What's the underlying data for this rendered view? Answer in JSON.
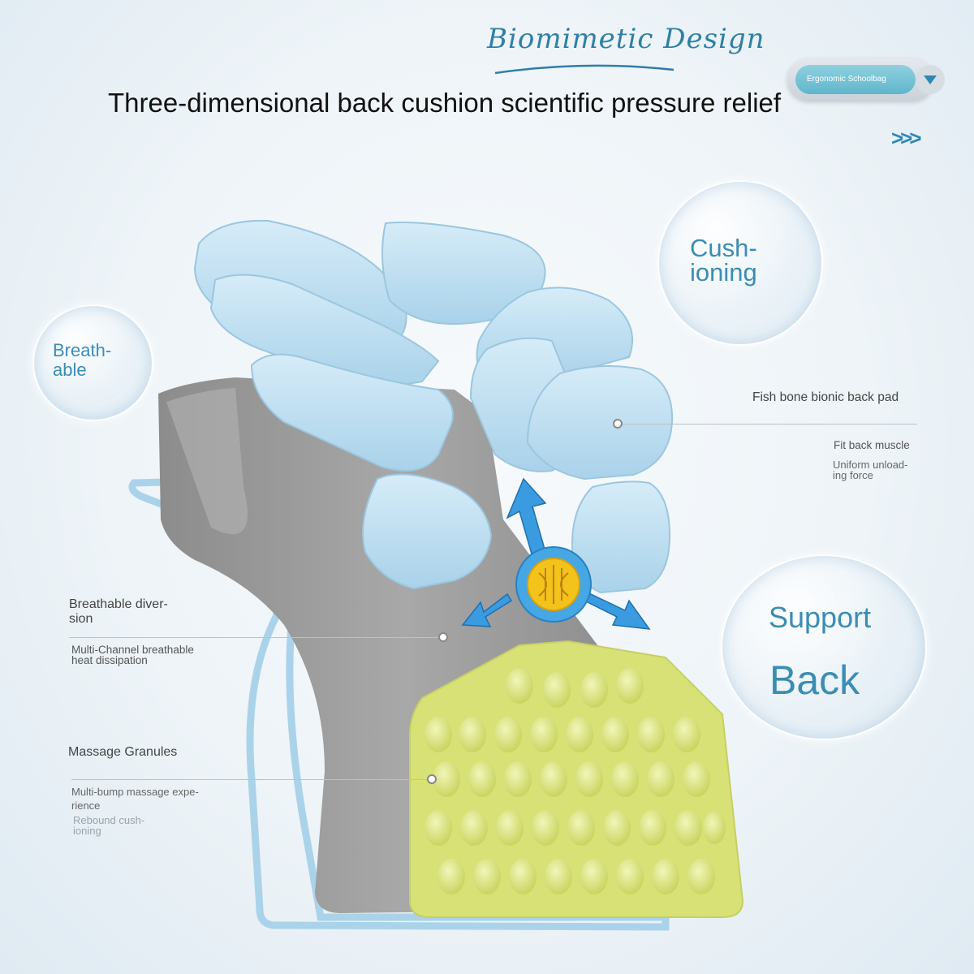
{
  "header": {
    "script_title": "Biomimetic Design",
    "main_title": "Three-dimensional back cushion scientific pressure relief",
    "pill_label": "Ergonomic Schoolbag",
    "chevrons": ">>>"
  },
  "bubbles": {
    "breathable": {
      "line1": "Breath-",
      "line2": "able"
    },
    "cushioning": {
      "line1": "Cush-",
      "line2": "ioning"
    },
    "support": {
      "line1": "Support",
      "line2": "Back"
    }
  },
  "annotations": {
    "fish_bone": {
      "title": "Fish bone bionic back pad",
      "detail1": "Fit back muscle",
      "detail2_line1": "Uniform unload-",
      "detail2_line2": "ing force"
    },
    "breathable_diversion": {
      "title_line1": "Breathable diver-",
      "title_line2": "sion",
      "detail_line1": "Multi-Channel breathable",
      "detail_line2": "heat dissipation"
    },
    "massage": {
      "title": "Massage Granules",
      "detail_line1": "Multi-bump massage expe-",
      "detail_line2": "rience",
      "detail2_line1": "Rebound cush-",
      "detail2_line2": "ioning"
    }
  },
  "colors": {
    "accent": "#2f87b6",
    "bubble_text": "#3a8db5",
    "pad_blue": "#b9dcef",
    "frame_grey": "#9a9a9a",
    "granule_yellow": "#d8e27a",
    "arrow_blue": "#3a9be0",
    "hub_yellow": "#f3c21b"
  }
}
